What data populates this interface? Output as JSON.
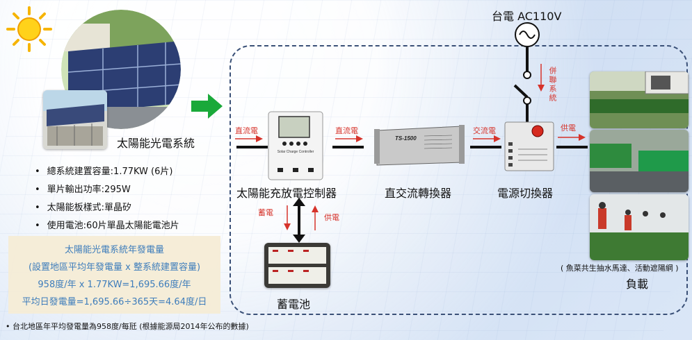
{
  "title": "太陽能光電系統",
  "specs": [
    "總系統建置容量:1.77KW (6片)",
    "單片輸出功率:295W",
    "太陽能板樣式:單晶矽",
    "使用電池:60片單晶太陽能電池片"
  ],
  "annual_box": {
    "line1": "太陽能光電系統年發電量",
    "line2": "(設置地區平均年發電量 x 整系統建置容量)",
    "line3": "958度/年 x 1.77KW=1,695.66度/年",
    "line4": "平均日發電量=1,695.66÷365天=4.64度/日"
  },
  "footnote": "台北地區年平均發電量為958度/每瓩 (根據能源局2014年公布的數據)",
  "grid_source": "台電 AC110V",
  "components": {
    "controller": "太陽能充放電控制器",
    "inverter": "直交流轉換器",
    "switch": "電源切換器",
    "battery": "蓄電池",
    "load": "負載"
  },
  "controller_panel_text": "Solar Charge Controller",
  "inverter_model": "TS-1500",
  "flow_labels": {
    "dc_in": "直流電",
    "dc_out": "直流電",
    "ac": "交流電",
    "supply": "供電",
    "charge": "蓄電",
    "discharge": "供電",
    "parallel": "併聯系統"
  },
  "load_note": "( 魚菜共生抽水馬達、活動遮陽網 )",
  "colors": {
    "accent_red": "#d6332b",
    "info_blue": "#3577b8",
    "arrow_green": "#1aa93a"
  }
}
